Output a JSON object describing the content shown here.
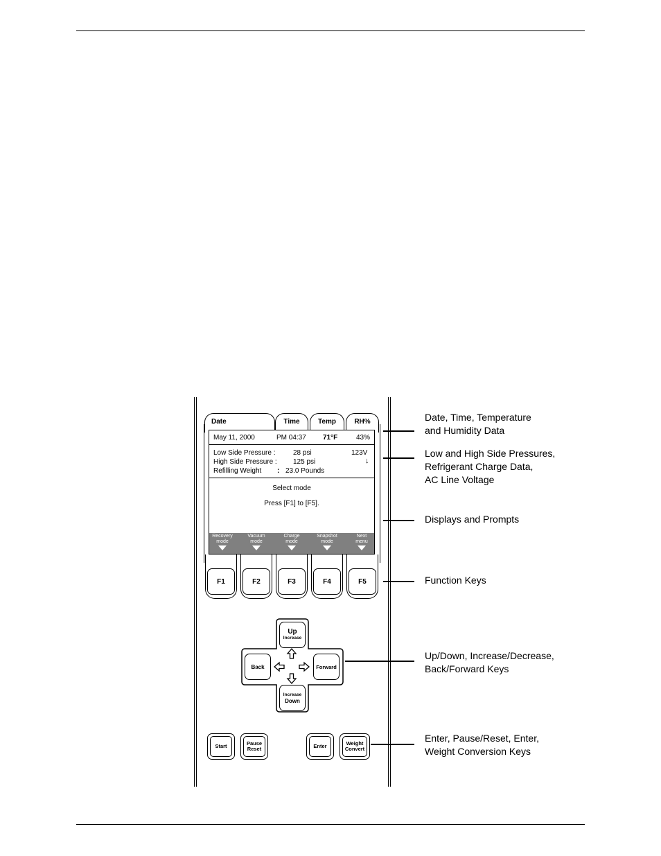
{
  "tabs": {
    "date": "Date",
    "time": "Time",
    "temp": "Temp",
    "rh": "RH%"
  },
  "status_row": {
    "date": "May 11, 2000",
    "time": "PM 04:37",
    "temp": "71°F",
    "rh": "43%"
  },
  "readings": {
    "low_label": "Low  Side Pressure :",
    "low_value": "28 psi",
    "high_label": "High Side Pressure :",
    "high_value": "125 psi",
    "refill_label": "Refilling Weight",
    "refill_colon": ":",
    "refill_value": "23.0 Pounds",
    "voltage": "123V",
    "voltage_arrow": "↓"
  },
  "prompt": {
    "line1": "Select mode",
    "line2": "Press  [F1]  to  [F5]."
  },
  "soft_labels": [
    {
      "line1": "Recovery",
      "line2": "mode"
    },
    {
      "line1": "Vacuum",
      "line2": "mode"
    },
    {
      "line1": "Charge",
      "line2": "mode"
    },
    {
      "line1": "Snapshot",
      "line2": "mode"
    },
    {
      "line1": "Next",
      "line2": "menu"
    }
  ],
  "function_keys": [
    "F1",
    "F2",
    "F3",
    "F4",
    "F5"
  ],
  "nav_keys": {
    "up_line1": "Up",
    "up_line2": "Increase",
    "down_line1": "Increase",
    "down_line2": "Down",
    "back": "Back",
    "forward": "Forward"
  },
  "bottom_keys": {
    "start": "Start",
    "pause_line1": "Pause",
    "pause_line2": "Reset",
    "enter": "Enter",
    "weight_line1": "Weight",
    "weight_line2": "Convert"
  },
  "callouts": [
    {
      "line1": "Date, Time, Temperature",
      "line2": "and Humidity Data"
    },
    {
      "line1": "Low and High Side Pressures,",
      "line2": "Refrigerant Charge Data,",
      "line3": "AC Line Voltage"
    },
    {
      "line1": "Displays and Prompts"
    },
    {
      "line1": "Function Keys"
    },
    {
      "line1": "Up/Down, Increase/Decrease,",
      "line2": "Back/Forward Keys"
    },
    {
      "line1": "Enter, Pause/Reset, Enter,",
      "line2": "Weight Conversion Keys"
    }
  ]
}
